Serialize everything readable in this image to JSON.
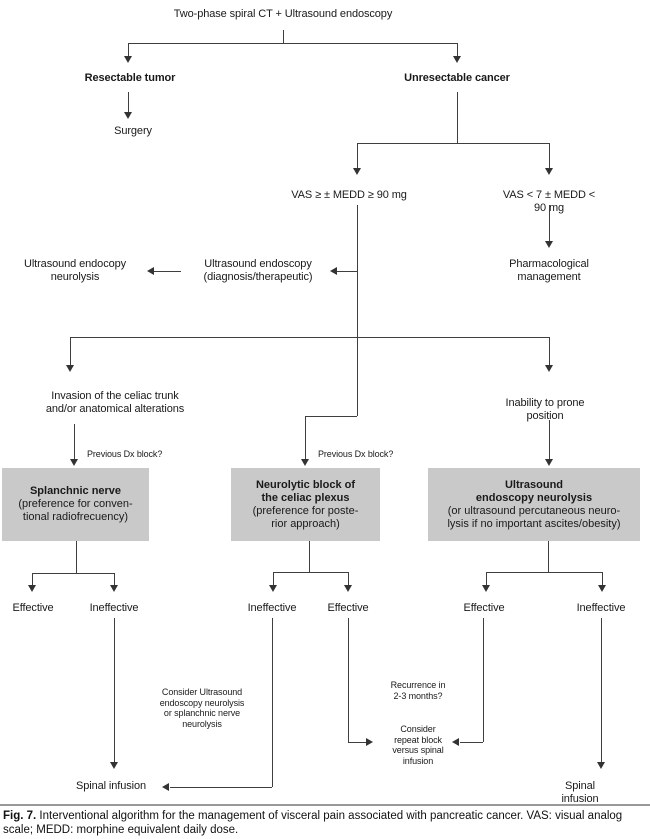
{
  "colors": {
    "box_fill": "#c9c9c9",
    "line": "#3f3f3f"
  },
  "flow": {
    "title": "Two-phase spiral CT + Ultrasound endoscopy",
    "resectable_tumor": "Resectable tumor",
    "surgery": "Surgery",
    "unresectable_cancer": "Unresectable cancer",
    "vas_high": "VAS ≥ ± MEDD ≥ 90 mg",
    "vas_low": "VAS < 7 ± MEDD < 90 mg",
    "us_endocopy_neurolysis": "Ultrasound endocopy\nneurolysis",
    "us_endoscopy_diag": "Ultrasound endoscopy\n(diagnosis/therapeutic)",
    "pharmacological": "Pharmacological\nmanagement",
    "invasion": "Invasion of the celiac trunk\nand/or anatomical alterations",
    "inability": "Inability to prone position",
    "previous_dx_left": "Previous Dx block?",
    "previous_dx_mid": "Previous Dx block?",
    "box_splanchnic": {
      "title": "Splanchnic nerve",
      "sub": "(preference for conven-\ntional radiofrecuency)"
    },
    "box_neurolytic": {
      "title": "Neurolytic block of\nthe celiac plexus",
      "sub": "(preference for poste-\nrior approach)"
    },
    "box_us": {
      "title": "Ultrasound\nendoscopy neurolysis",
      "sub": "(or ultrasound percutaneous neuro-\nlysis if no important ascites/obesity)"
    },
    "outcomes": {
      "left_effective": "Effective",
      "left_ineffective": "Ineffective",
      "mid_ineffective": "Ineffective",
      "mid_effective": "Effective",
      "right_effective": "Effective",
      "right_ineffective": "Ineffective"
    },
    "consider_us": "Consider Ultrasound\nendoscopy neurolysis\nor splanchnic nerve\nneurolysis",
    "recurrence": "Recurrence in\n2-3 months?",
    "consider_repeat": "Consider\nrepeat block\nversus spinal\ninfusion",
    "spinal_left": "Spinal infusion",
    "spinal_right": "Spinal infusion"
  },
  "caption": {
    "label": "Fig. 7.",
    "text": " Interventional algorithm for the management of visceral pain associated with pancreatic cancer. VAS: visual analog scale; MEDD: morphine equivalent daily dose."
  }
}
